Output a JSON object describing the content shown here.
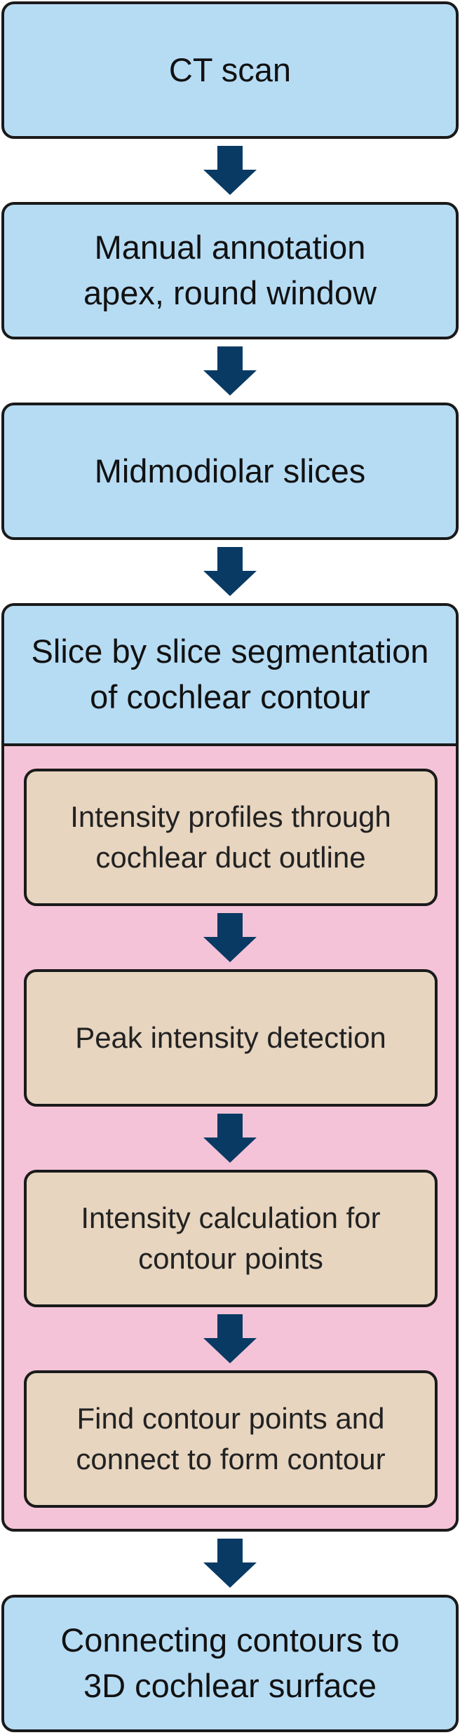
{
  "steps": {
    "ct_scan": "CT scan",
    "manual_annotation_line1": "Manual annotation",
    "manual_annotation_line2": "apex, round window",
    "midmodiolar": "Midmodiolar slices",
    "segmentation_line1": "Slice by slice segmentation",
    "segmentation_line2": "of cochlear contour",
    "connecting_line1": "Connecting contours to",
    "connecting_line2": "3D cochlear surface"
  },
  "substeps": {
    "intensity_profiles_line1": "Intensity profiles through",
    "intensity_profiles_line2": "cochlear duct outline",
    "peak_detection": "Peak intensity detection",
    "intensity_calc_line1": "Intensity calculation for",
    "intensity_calc_line2": "contour points",
    "find_contour_line1": "Find contour points and",
    "find_contour_line2": "connect to form contour"
  },
  "colors": {
    "main_box": "#b6dcf4",
    "sub_box": "#e7d5c0",
    "group_bg": "#f4c3d8",
    "arrow": "#083a63",
    "border": "#1a1a1a"
  }
}
